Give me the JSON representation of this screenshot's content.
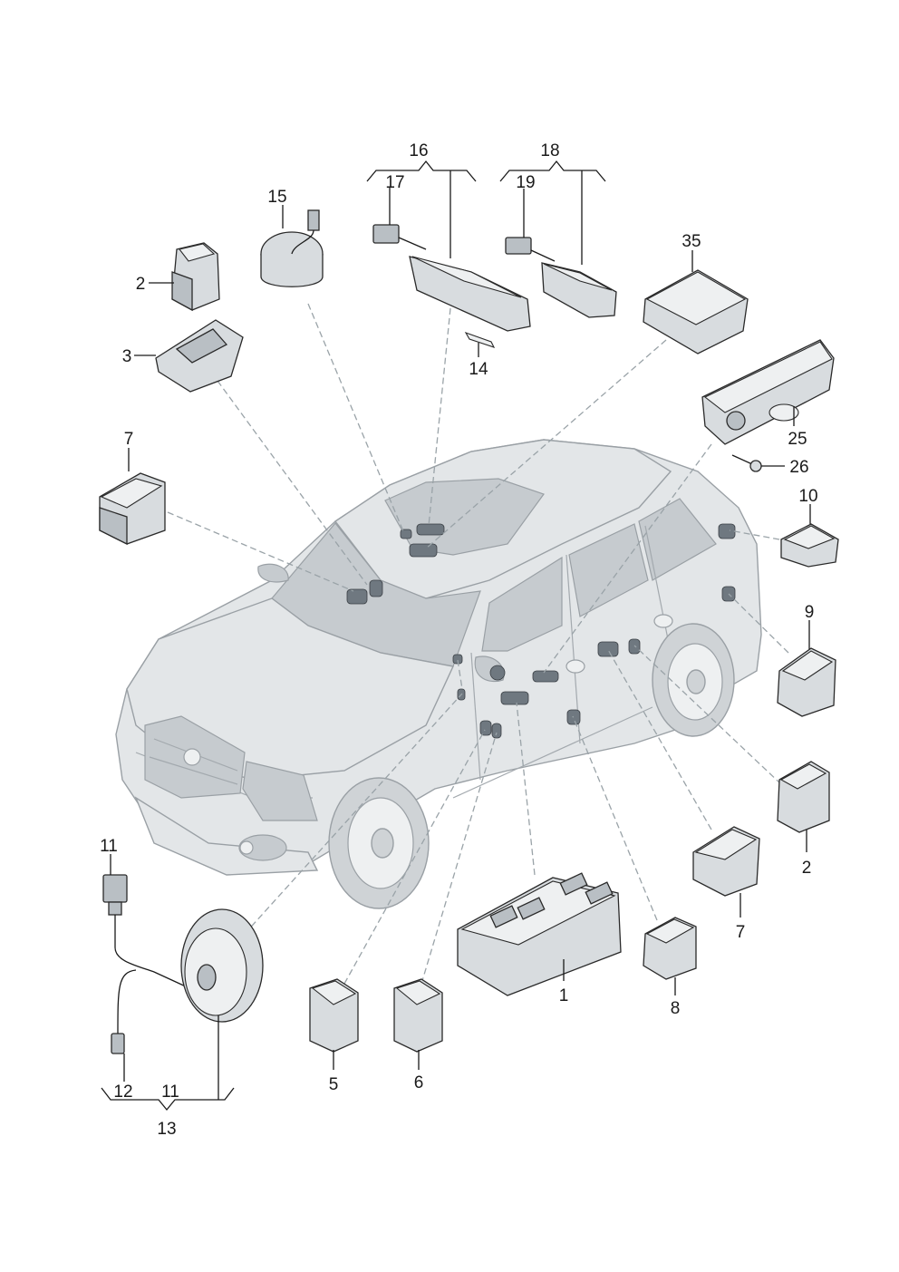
{
  "diagram": {
    "callouts": {
      "c1": "1",
      "c2a": "2",
      "c2b": "2",
      "c3": "3",
      "c5": "5",
      "c6": "6",
      "c7a": "7",
      "c7b": "7",
      "c8": "8",
      "c9": "9",
      "c10": "10",
      "c11a": "11",
      "c11b": "11",
      "c12": "12",
      "c13": "13",
      "c14": "14",
      "c15": "15",
      "c16": "16",
      "c17": "17",
      "c18": "18",
      "c19": "19",
      "c25": "25",
      "c26": "26",
      "c35": "35"
    }
  }
}
